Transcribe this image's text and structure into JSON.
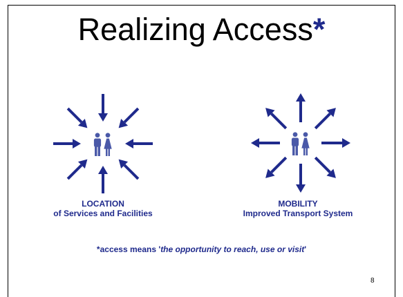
{
  "slide": {
    "title": "Realizing Access",
    "title_marker": "*",
    "left_caption": {
      "line1": "LOCATION",
      "line2": "of Services and Facilities"
    },
    "right_caption": {
      "line1": "MOBILITY",
      "line2": "Improved Transport System"
    },
    "footnote": {
      "prefix": "*access means '",
      "definition": "the opportunity  to reach, use or visit",
      "suffix": "'"
    },
    "page_number": "8"
  },
  "icons": {
    "left": "inward-arrows-people-icon",
    "right": "outward-arrows-people-icon"
  },
  "colors": {
    "accent": "#1f2a8c",
    "figure": "#4a59a8",
    "text": "#000000",
    "background": "#ffffff"
  }
}
